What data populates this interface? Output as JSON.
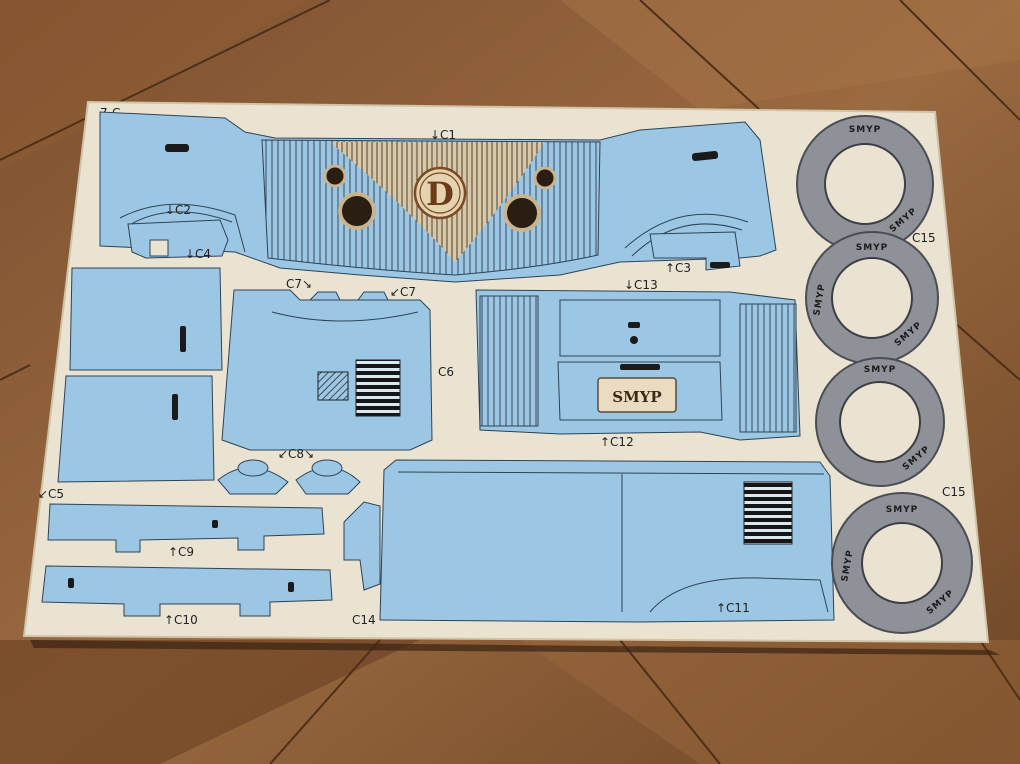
{
  "sheet": {
    "corner_code": "7-C"
  },
  "labels": {
    "c1": "↓C1",
    "c2": "↓C2",
    "c3": "↑C3",
    "c4": "↓C4",
    "c5": "↙C5",
    "c6": "C6",
    "c7a": "C7↘",
    "c7b": "↙C7",
    "c8": "↙C8↘",
    "c9": "↑C9",
    "c10": "↑C10",
    "c11": "↑C11",
    "c12": "↑C12",
    "c13": "↓C13",
    "c14": "C14",
    "c15a": "C15",
    "c15b": "C15"
  },
  "logo": {
    "letter": "D"
  },
  "plate": {
    "text": "SMYP"
  },
  "rings": [
    {
      "t1": "SMYP",
      "t2": "SMYP"
    },
    {
      "t1": "SMYP",
      "t2": "SMYP",
      "t3": "SMYP"
    },
    {
      "t1": "SMYP",
      "t2": "SMYP"
    },
    {
      "t1": "SMYP",
      "t2": "SMYP",
      "t3": "SMYP"
    }
  ],
  "colors": {
    "floor": "#8a5a34",
    "plywood": "#ebe3d2",
    "part_blue": "#9cc7e4",
    "ring_grey": "#8e9298"
  }
}
